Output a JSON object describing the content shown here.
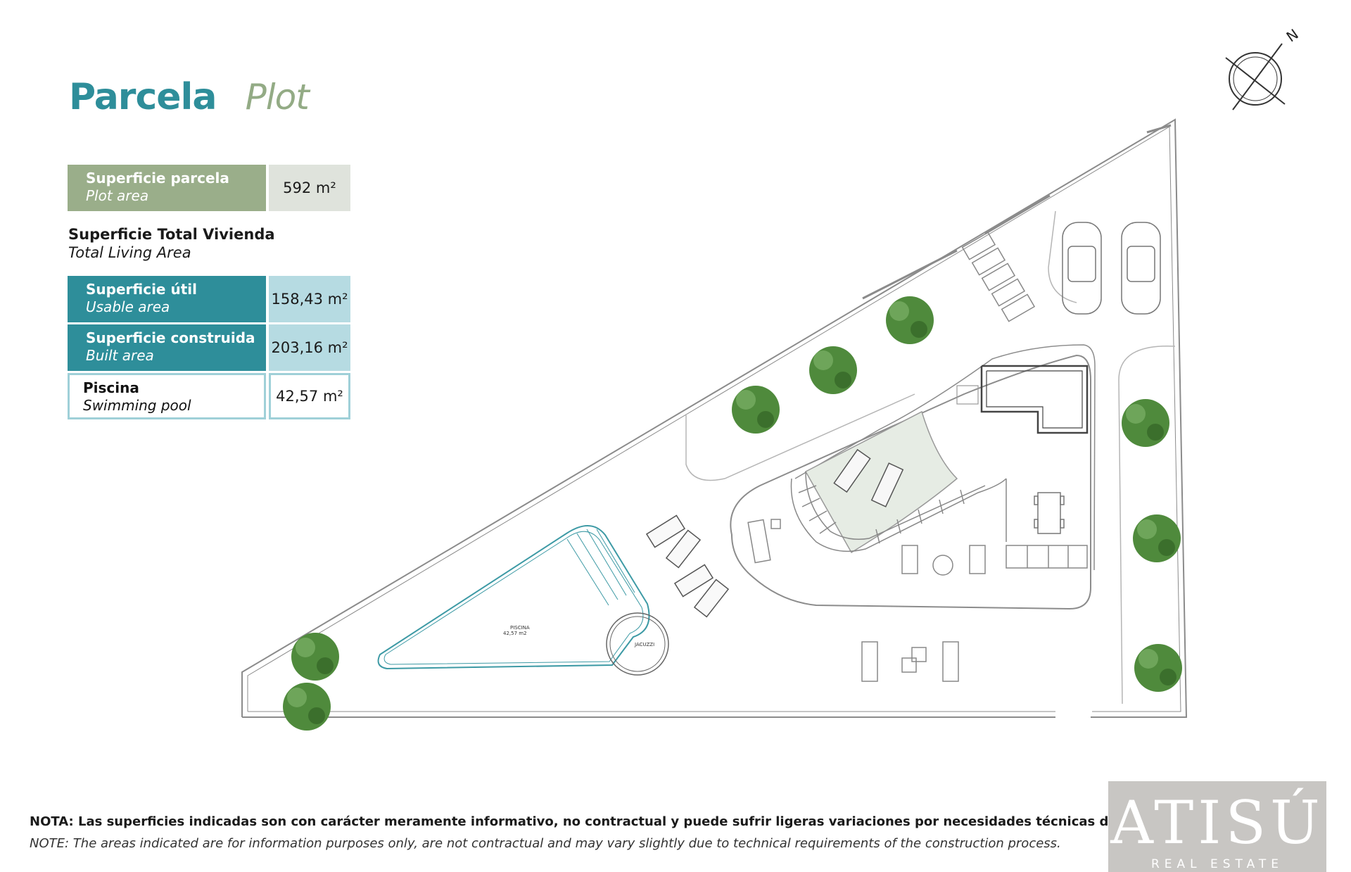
{
  "title": {
    "es": "Parcela",
    "en": "Plot"
  },
  "plot_area": {
    "label_es": "Superficie parcela",
    "label_en": "Plot area",
    "value": "592 m²"
  },
  "total": {
    "es": "Superficie Total Vivienda",
    "en": "Total Living Area"
  },
  "usable": {
    "label_es": "Superficie útil",
    "label_en": "Usable area",
    "value": "158,43 m²"
  },
  "built": {
    "label_es": "Superficie construida",
    "label_en": "Built area",
    "value": "203,16 m²"
  },
  "pool": {
    "label_es": "Piscina",
    "label_en": "Swimming pool",
    "value": "42,57 m²"
  },
  "plan": {
    "north": "N",
    "pool_label": "PISCINA",
    "pool_area": "42,57 m2",
    "jacuzzi": "JACUZZI"
  },
  "note": {
    "es": "NOTA: Las superficies indicadas son con carácter meramente informativo, no contractual y puede sufrir ligeras variaciones por necesidades técnicas del proceso de construcción",
    "en": "NOTE: The areas indicated are for information purposes only, are not contractual and may vary slightly due to technical requirements of the construction process."
  },
  "logo": {
    "word": "ATISÚ",
    "sub": "REAL ESTATE"
  },
  "colors": {
    "teal": "#2e8e9a",
    "sage": "#9aae8a",
    "light_teal": "#b6dbe2",
    "tree": "#4f8a3c"
  }
}
